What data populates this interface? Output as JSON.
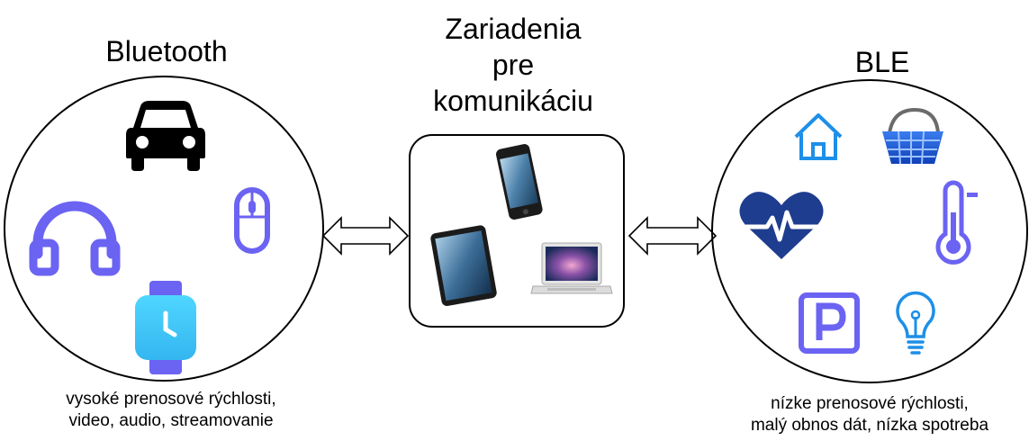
{
  "center": {
    "title_lines": [
      "Zariadenia",
      "pre",
      "komunikáciu"
    ],
    "devices": [
      "smartphone-icon",
      "tablet-icon",
      "laptop-icon"
    ]
  },
  "left": {
    "title": "Bluetooth",
    "caption_lines": [
      "vysoké prenosové rýchlosti,",
      "video, audio, streamovanie"
    ],
    "icons": [
      "car-icon",
      "headphones-icon",
      "mouse-icon",
      "smartwatch-icon"
    ]
  },
  "right": {
    "title": "BLE",
    "caption_lines": [
      "nízke prenosové rýchlosti,",
      "malý obnos dát, nízka spotreba"
    ],
    "icons": [
      "home-icon",
      "shopping-basket-icon",
      "heart-rate-icon",
      "thermometer-icon",
      "parking-icon",
      "light-bulb-icon"
    ]
  },
  "colors": {
    "accent_purple": "#6b63f2",
    "accent_blue": "#1d8fe8",
    "heart_navy": "#1f3d8f",
    "car_black": "#000000"
  }
}
